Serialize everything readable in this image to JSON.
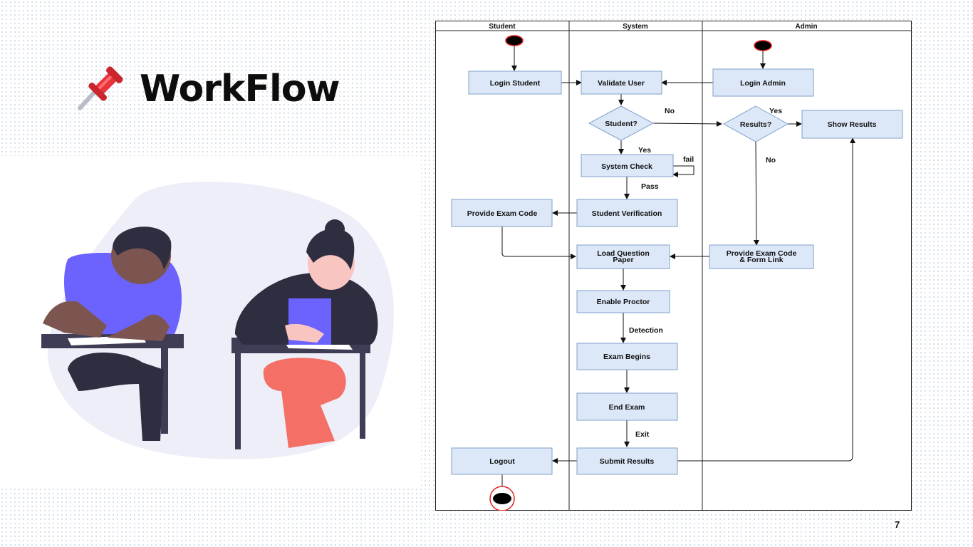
{
  "slide": {
    "title": "WorkFlow",
    "page_number": "7"
  },
  "icons": {
    "pin": "pushpin-icon"
  },
  "colors": {
    "node_fill": "#dce8f8",
    "node_stroke": "#7f9fc8",
    "start_node": "#000000",
    "start_ring": "#e02020",
    "pin_red": "#e8343b",
    "shirt_blue": "#6c63ff",
    "pants_coral": "#f47067",
    "blob_lavender": "#eeeef8"
  },
  "diagram": {
    "lanes": [
      "Student",
      "System",
      "Admin"
    ],
    "nodes": {
      "login_student": "Login Student",
      "validate_user": "Validate User",
      "login_admin": "Login Admin",
      "student_decision": "Student?",
      "results_decision": "Results?",
      "show_results": "Show Results",
      "system_check": "System Check",
      "provide_exam_code": "Provide Exam Code",
      "student_verification": "Student Verification",
      "load_question_paper_1": "Load Question",
      "load_question_paper_2": "Paper",
      "provide_code_link_1": "Provide Exam Code",
      "provide_code_link_2": "& Form Link",
      "enable_proctor": "Enable Proctor",
      "exam_begins": "Exam Begins",
      "end_exam": "End Exam",
      "logout": "Logout",
      "submit_results": "Submit Results"
    },
    "edge_labels": {
      "no_student": "No",
      "yes_results": "Yes",
      "yes_student": "Yes",
      "fail": "fail",
      "no_results": "No",
      "pass": "Pass",
      "detection": "Detection",
      "exit": "Exit"
    }
  }
}
